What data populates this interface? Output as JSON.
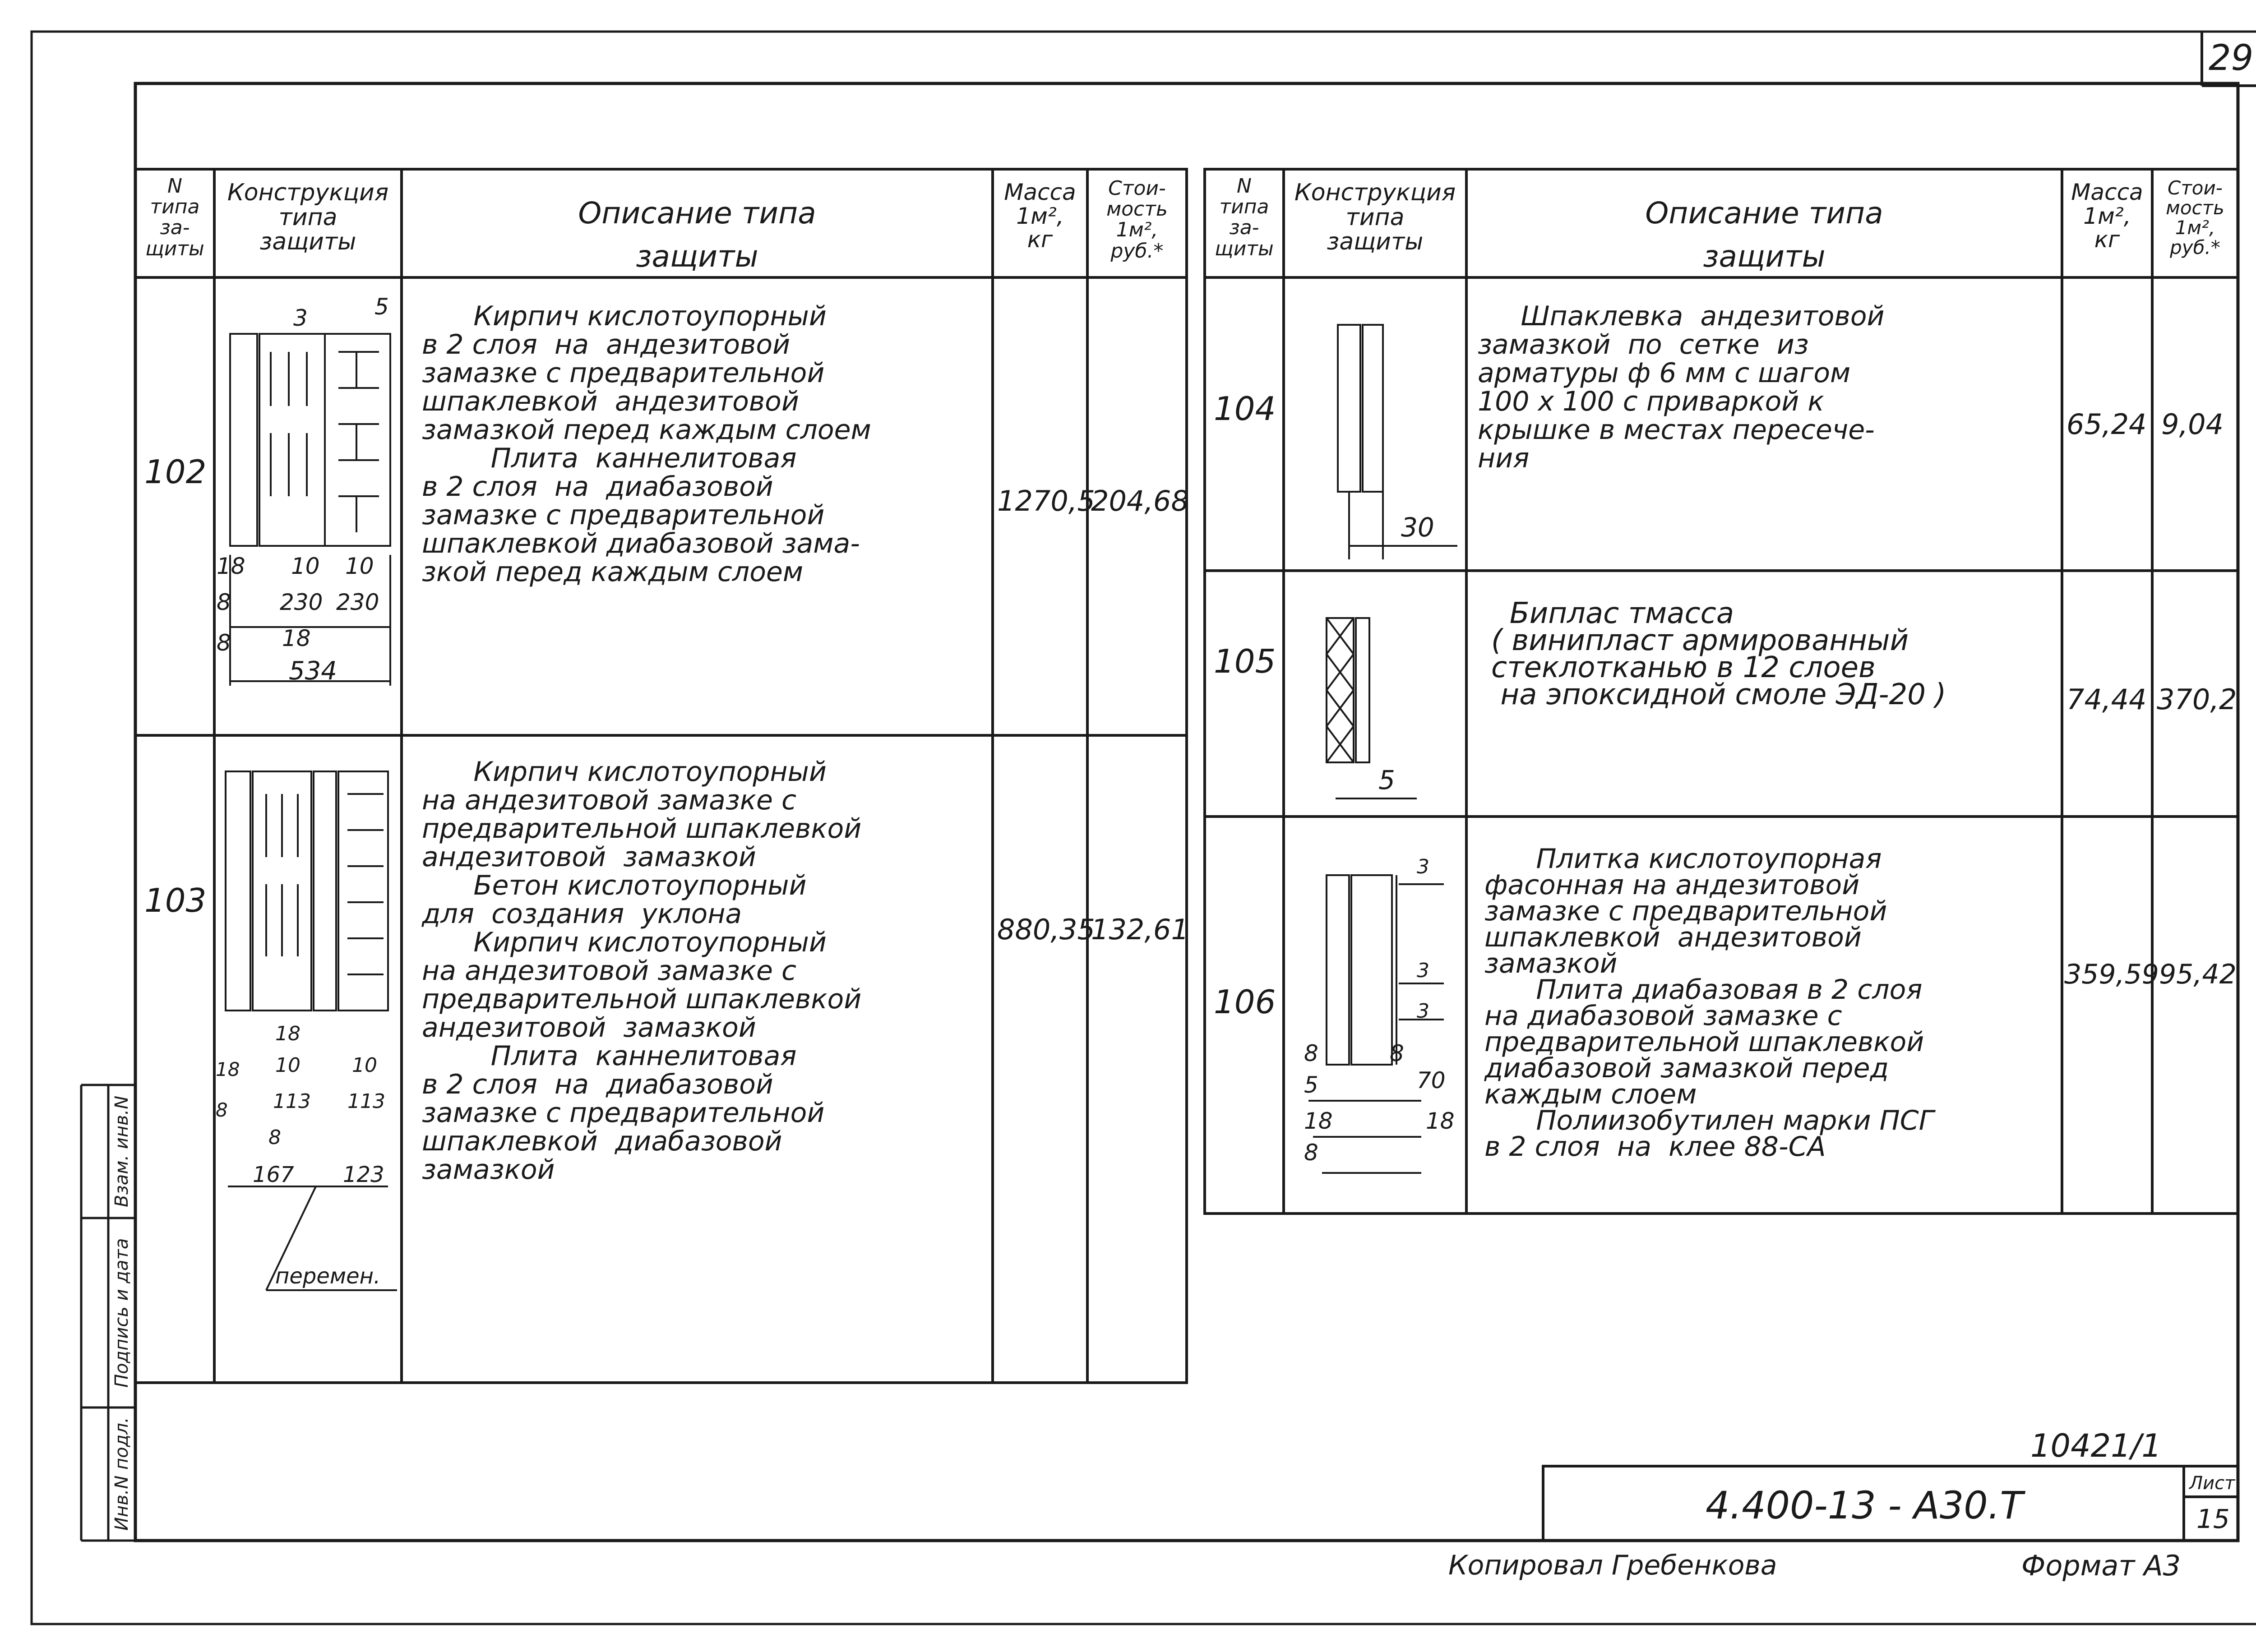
{
  "sheet": {
    "page_number": "29",
    "drawing_code": "4.400-13 - А30.Т",
    "inventory_number": "10421/1",
    "list_label": "Лист",
    "list_number": "15",
    "copied_by": "Копировал  Гребенкова",
    "format": "Формат А3"
  },
  "side_stamp": {
    "cell_1": "Взам. инв.N",
    "cell_2": "Подпись и дата",
    "cell_3": "Инв.N подл."
  },
  "headers": {
    "type_no": [
      "N",
      "типа",
      "за-",
      "щиты"
    ],
    "construction": [
      "Конструкция",
      "типа",
      "защиты"
    ],
    "description": [
      "Описание  типа",
      "защиты"
    ],
    "mass": [
      "Масса",
      "1м²,",
      "кг"
    ],
    "cost": [
      "Стои-",
      "мость",
      "1м²,",
      "руб.*"
    ]
  },
  "rows_left": [
    {
      "type_no": "102",
      "description": "      Кирпич кислотоупорный\nв 2 слоя  на  андезитовой\nзамазке с предварительной\nшпаклевкой  андезитовой\nзамазкой перед каждым слоем\n        Плита  каннелитовая\nв 2 слоя  на  диабазовой\nзамазке с предварительной\nшпаклевкой диабазовой зама-\nзкой перед каждым слоем",
      "mass": "1270,5",
      "cost": "204,68",
      "dims": [
        "3",
        "5",
        "18",
        "10",
        "10",
        "8",
        "230",
        "230",
        "8",
        "18",
        "534"
      ]
    },
    {
      "type_no": "103",
      "description": "      Кирпич кислотоупорный\nна андезитовой замазке с\nпредварительной шпаклевкой\nандезитовой  замазкой\n      Бетон кислотоупорный\nдля  создания  уклона\n      Кирпич кислотоупорный\nна андезитовой замазке с\nпредварительной шпаклевкой\nандезитовой  замазкой\n        Плита  каннелитовая\nв 2 слоя  на  диабазовой\nзамазке с предварительной\nшпаклевкой  диабазовой\nзамазкой",
      "mass": "880,35",
      "cost": "132,61",
      "dims": [
        "18",
        "18",
        "10",
        "10",
        "8",
        "113",
        "113",
        "8",
        "167",
        "123",
        "перемен."
      ]
    }
  ],
  "rows_right": [
    {
      "type_no": "104",
      "description": "     Шпаклевка  андезитовой\nзамазкой  по  сетке  из\nарматуры ф 6 мм с шагом\n100 х 100 с приваркой к\nкрышке в местах пересече-\nния",
      "mass": "65,24",
      "cost": "9,04",
      "dims": [
        "30"
      ]
    },
    {
      "type_no": "105",
      "description": "  Биплас тмасса\n( винипласт армированный\nстеклотканью в 12 слоев\n на эпоксидной смоле ЭД-20 )",
      "mass": "74,44",
      "cost": "370,2",
      "dims": [
        "5"
      ]
    },
    {
      "type_no": "106",
      "description": "      Плитка кислотоупорная\nфасонная на андезитовой\nзамазке с предварительной\nшпаклевкой  андезитовой\nзамазкой\n      Плита диабазовая в 2 слоя\nна диабазовой замазке с\nпредварительной шпаклевкой\nдиабазовой замазкой перед\nкаждым слоем\n      Полиизобутилен марки ПСГ\nв 2 слоя  на  клее 88-СА",
      "mass": "359,59",
      "cost": "95,42",
      "dims": [
        "3",
        "3",
        "3",
        "8",
        "8",
        "5",
        "70",
        "18",
        "18",
        "8"
      ]
    }
  ]
}
